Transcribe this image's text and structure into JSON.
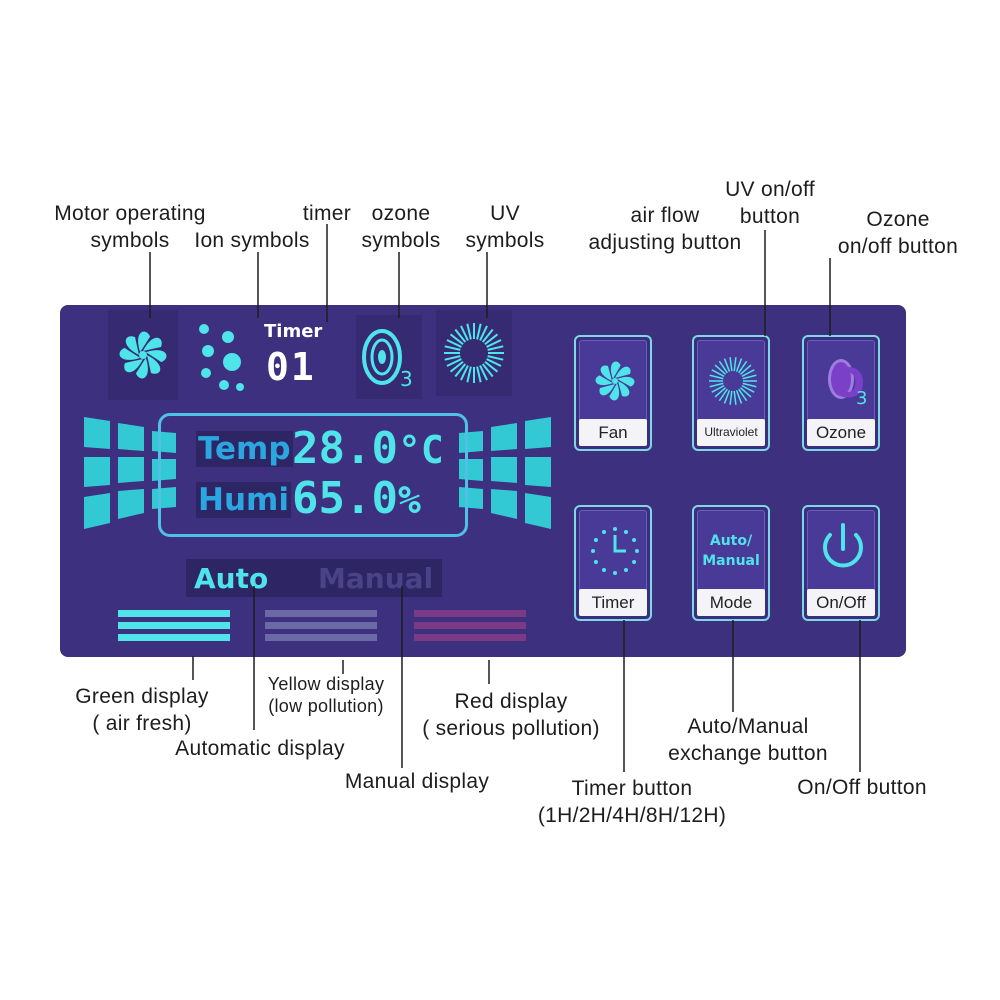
{
  "labels": {
    "motor_l1": "Motor operating",
    "motor_l2": "symbols",
    "ion": "Ion symbols",
    "timer": "timer",
    "ozone_l1": "ozone",
    "ozone_l2": "symbols",
    "uv_l1": "UV",
    "uv_l2": "symbols",
    "airflow_l1": "air flow",
    "airflow_l2": "adjusting button",
    "uvbtn_l1": "UV on/off",
    "uvbtn_l2": "button",
    "ozbtn_l1": "Ozone",
    "ozbtn_l2": "on/off button",
    "green_l1": "Green display",
    "green_l2": "( air fresh)",
    "auto_disp": "Automatic display",
    "yellow_l1": "Yellow display",
    "yellow_l2": "(low pollution)",
    "red_l1": "Red display",
    "red_l2": "( serious pollution)",
    "manual_disp": "Manual display",
    "timerbtn_l1": "Timer button",
    "timerbtn_l2": "(1H/2H/4H/8H/12H)",
    "automan_l1": "Auto/Manual",
    "automan_l2": "exchange button",
    "onoff": "On/Off button"
  },
  "lcd": {
    "timer_title": "Timer",
    "timer_value": "01",
    "o3_sub": "3",
    "temp_label": "Temp",
    "temp_value": "28.0",
    "temp_unit": "°C",
    "humi_label": "Humi",
    "humi_value": "65.0",
    "humi_unit": "%",
    "auto": "Auto",
    "manual": "Manual"
  },
  "buttons": {
    "fan": "Fan",
    "uv": "Ultraviolet",
    "ozone": "Ozone",
    "o3_text": "O",
    "o3_sub": "3",
    "timer": "Timer",
    "mode": "Mode",
    "mode_face_l1": "Auto/",
    "mode_face_l2": "Manual",
    "onoff": "On/Off"
  },
  "icons": [
    "fan-icon",
    "ion-icon",
    "ozone-icon",
    "uv-icon",
    "clock-icon",
    "power-icon"
  ],
  "colors": {
    "panel": "#3d317f",
    "lcd_cyan": "#4fe3ea",
    "lcd_blue": "#2aa7e0",
    "green_bar": "#4fe3ea",
    "yellow_bar": "#6b6aa6",
    "red_bar": "#7a3a86",
    "ozone_purple": "#7a40c8"
  }
}
